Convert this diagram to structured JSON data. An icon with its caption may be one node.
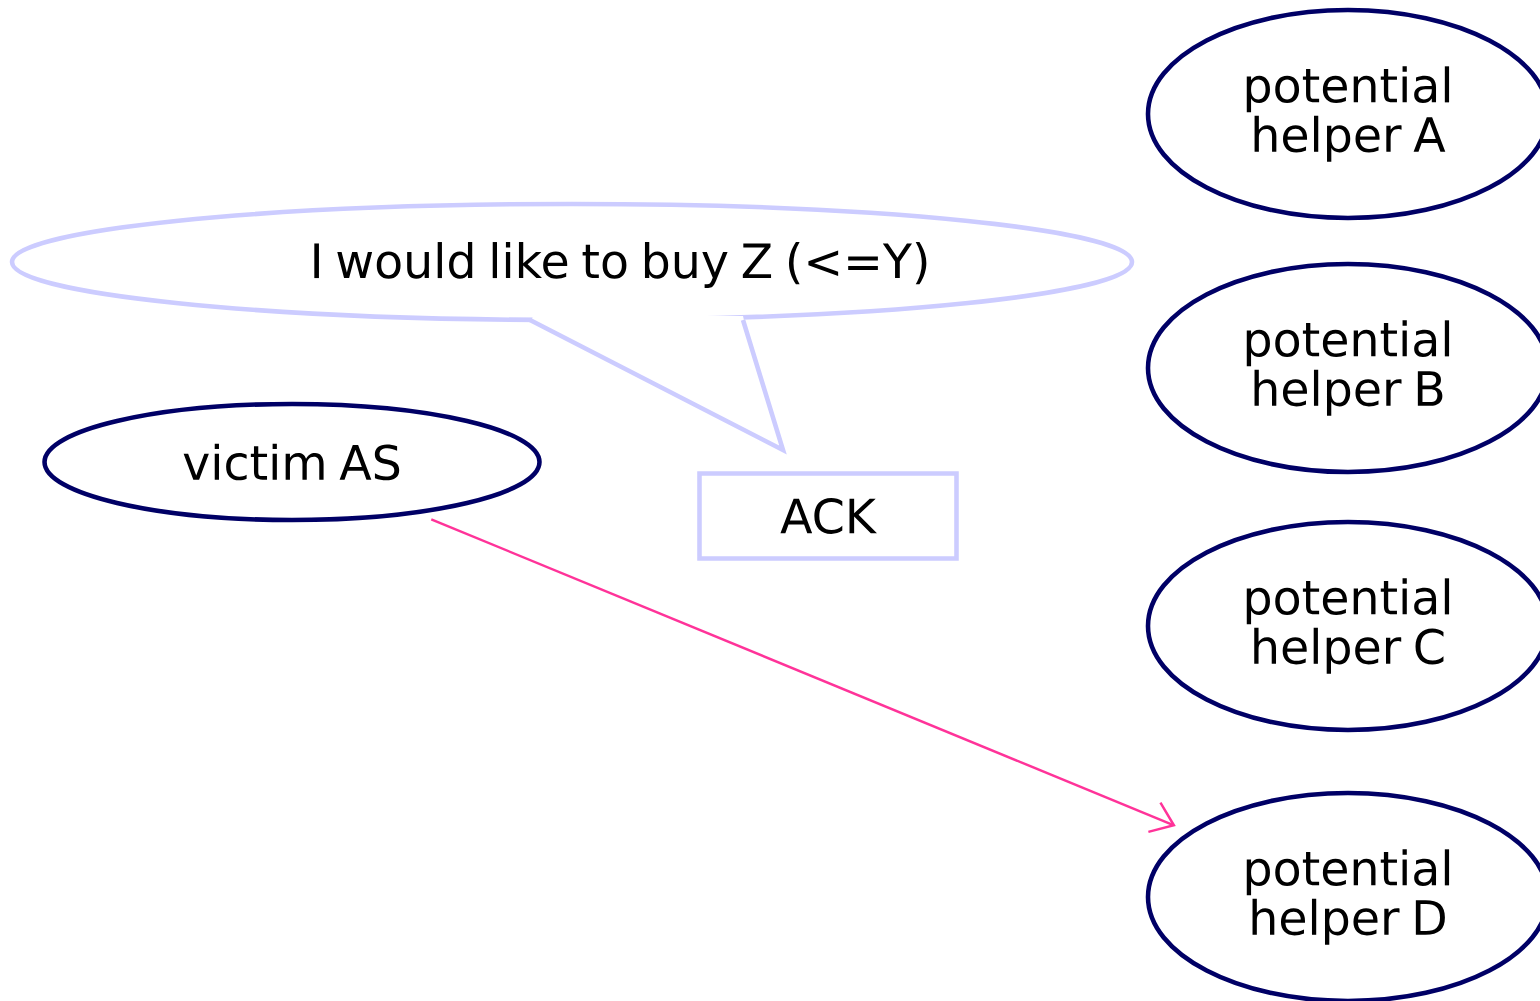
{
  "diagram": {
    "nodes": [
      {
        "text": [
          "victim AS"
        ]
      },
      {
        "text": [
          "potential helper A"
        ]
      },
      {
        "text": [
          "potential helper B"
        ]
      },
      {
        "text": [
          "potential helper C"
        ]
      },
      {
        "text": [
          "potential helper D"
        ]
      },
      {
        "text": [
          "I would like to buy Z (<=Y)"
        ]
      },
      {
        "text": [
          "ACK"
        ]
      }
    ],
    "edges": [
      {
        "from": 0,
        "to": 4,
        "arrow": "to",
        "color": "#ff3399"
      }
    ]
  }
}
